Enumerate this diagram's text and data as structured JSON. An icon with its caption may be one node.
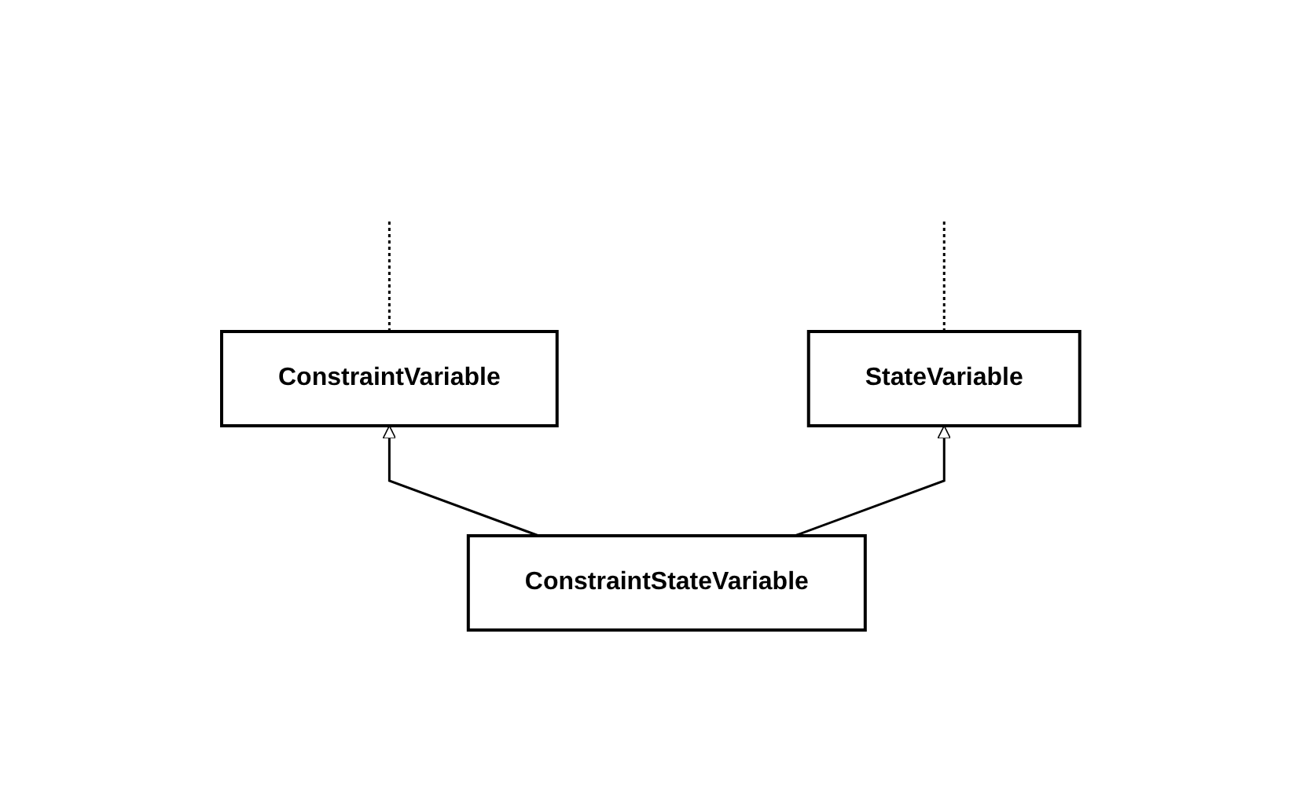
{
  "diagram": {
    "nodes": [
      {
        "text": [
          "ConstraintVariable"
        ]
      },
      {
        "text": [
          "StateVariable"
        ]
      },
      {
        "text": [
          "ConstraintStateVariable"
        ]
      }
    ],
    "edges": [
      {
        "from": 2,
        "to": 0,
        "arrow": "to"
      },
      {
        "from": 2,
        "to": 1,
        "arrow": "to"
      },
      {
        "from": 0,
        "to": null,
        "arrow": "none",
        "style": "dashed"
      },
      {
        "from": 1,
        "to": null,
        "arrow": "none",
        "style": "dashed"
      }
    ]
  }
}
